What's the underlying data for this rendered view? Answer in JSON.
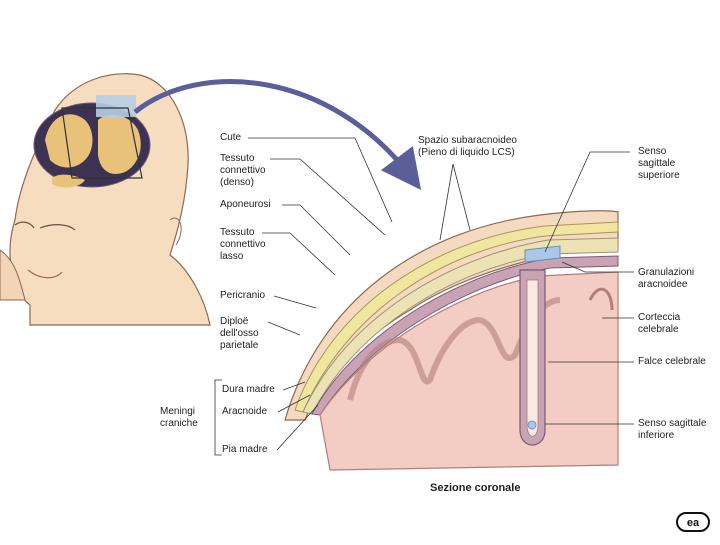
{
  "labels": {
    "cute": "Cute",
    "tessuto_connettivo_denso": [
      "Tessuto",
      "connettivo",
      "(denso)"
    ],
    "aponeurosi": "Aponeurosi",
    "tessuto_connettivo_lasso": [
      "Tessuto",
      "connettivo",
      "lasso"
    ],
    "pericranio": "Pericranio",
    "diploe": [
      "Diploë",
      "dell'osso",
      "parietale"
    ],
    "meningi_craniche": [
      "Meningi",
      "craniche"
    ],
    "dura_madre": "Dura madre",
    "aracnoide": "Aracnoide",
    "pia_madre": "Pia madre",
    "spazio_subaracnoideo": [
      "Spazio subaracnoideo",
      "(Pieno di liquido LCS)"
    ],
    "senso_sagittale_superiore": [
      "Senso",
      "sagittale",
      "superiore"
    ],
    "granulazioni_aracnoidee": [
      "Granulazioni",
      "aracnoidee"
    ],
    "corteccia_celebrale": [
      "Corteccia",
      "celebrale"
    ],
    "falce_celebrale": "Falce celebrale",
    "senso_sagittale_inferiore": [
      "Senso sagittale",
      "inferiore"
    ]
  },
  "caption": "Sezione coronale",
  "badge_text": "ea",
  "colors": {
    "skin": "#f3d7b8",
    "fascia_yellow": "#f1e6a0",
    "bone": "#ece2b4",
    "dura": "#c9a2b4",
    "csf_blue": "#a9c8e8",
    "cortex": "#f3ccc3",
    "white_matter": "#fbe8e0",
    "arrow": "#5a5e99"
  }
}
